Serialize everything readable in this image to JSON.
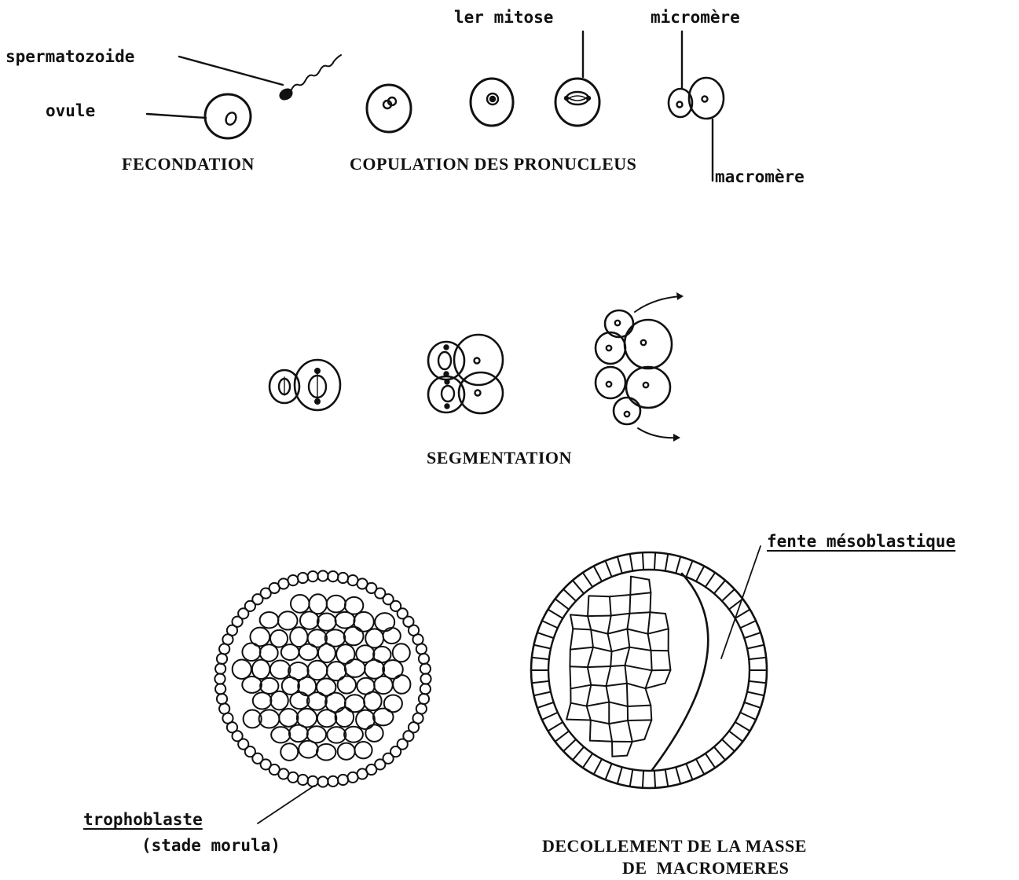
{
  "labels": {
    "spermatozoide": "spermatozoide",
    "ovule": "ovule",
    "premiere_mitose": "ler mitose",
    "micromere": "micromère",
    "macromere": "macromère",
    "trophoblaste": "trophoblaste",
    "stade_morula": "(stade morula)",
    "fente_mesoblastique": "fente mésoblastique"
  },
  "captions": {
    "fecondation": "FECONDATION",
    "copulation": "COPULATION DES PRONUCLEUS",
    "segmentation": "SEGMENTATION",
    "decollement_line1": "DECOLLEMENT DE LA MASSE",
    "decollement_line2": "DE  MACROMERES"
  }
}
